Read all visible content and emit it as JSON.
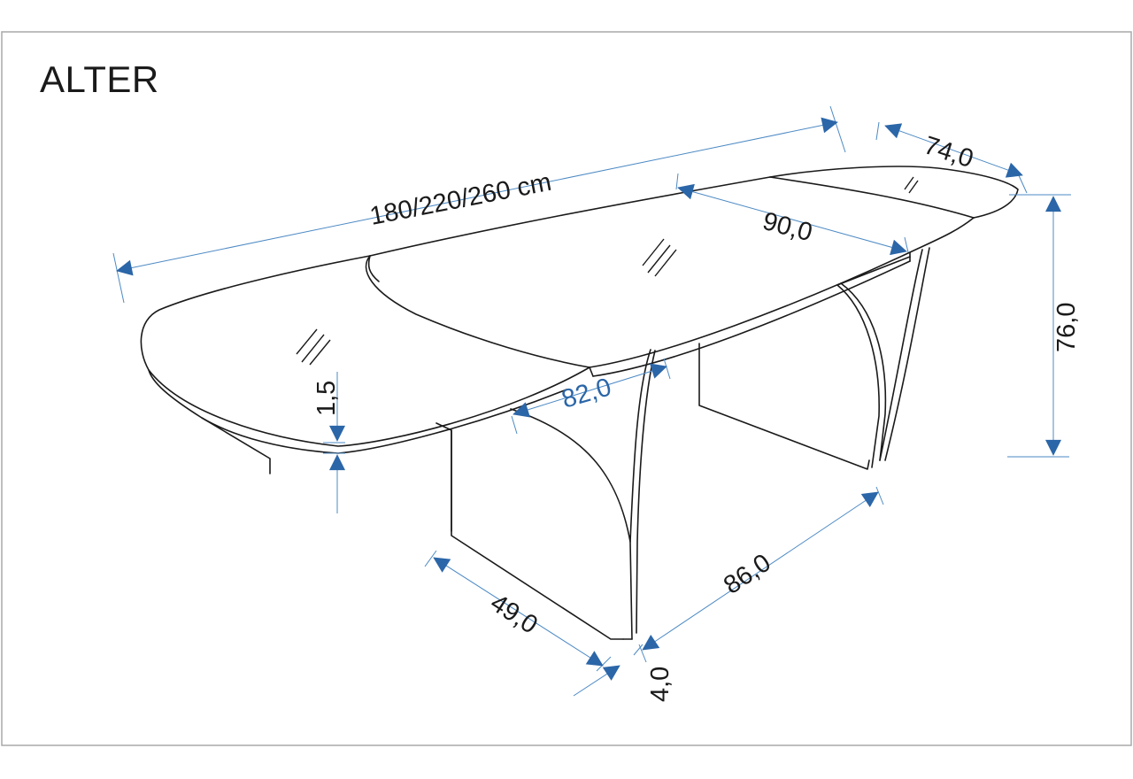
{
  "title": "ALTER",
  "dimensions": {
    "length": "180/220/260 cm",
    "depth_total": "74,0",
    "depth_leaf": "90,0",
    "height": "76,0",
    "top_thickness": "1,5",
    "base_inner": "82,0",
    "base_length": "86,0",
    "leg_width": "49,0",
    "leg_thickness": "4,0"
  },
  "colors": {
    "arrow": "#2b66a8",
    "dimension_line": "#4d8ac4",
    "outline": "#1a1a1a",
    "frame": "#a8a8a8"
  }
}
